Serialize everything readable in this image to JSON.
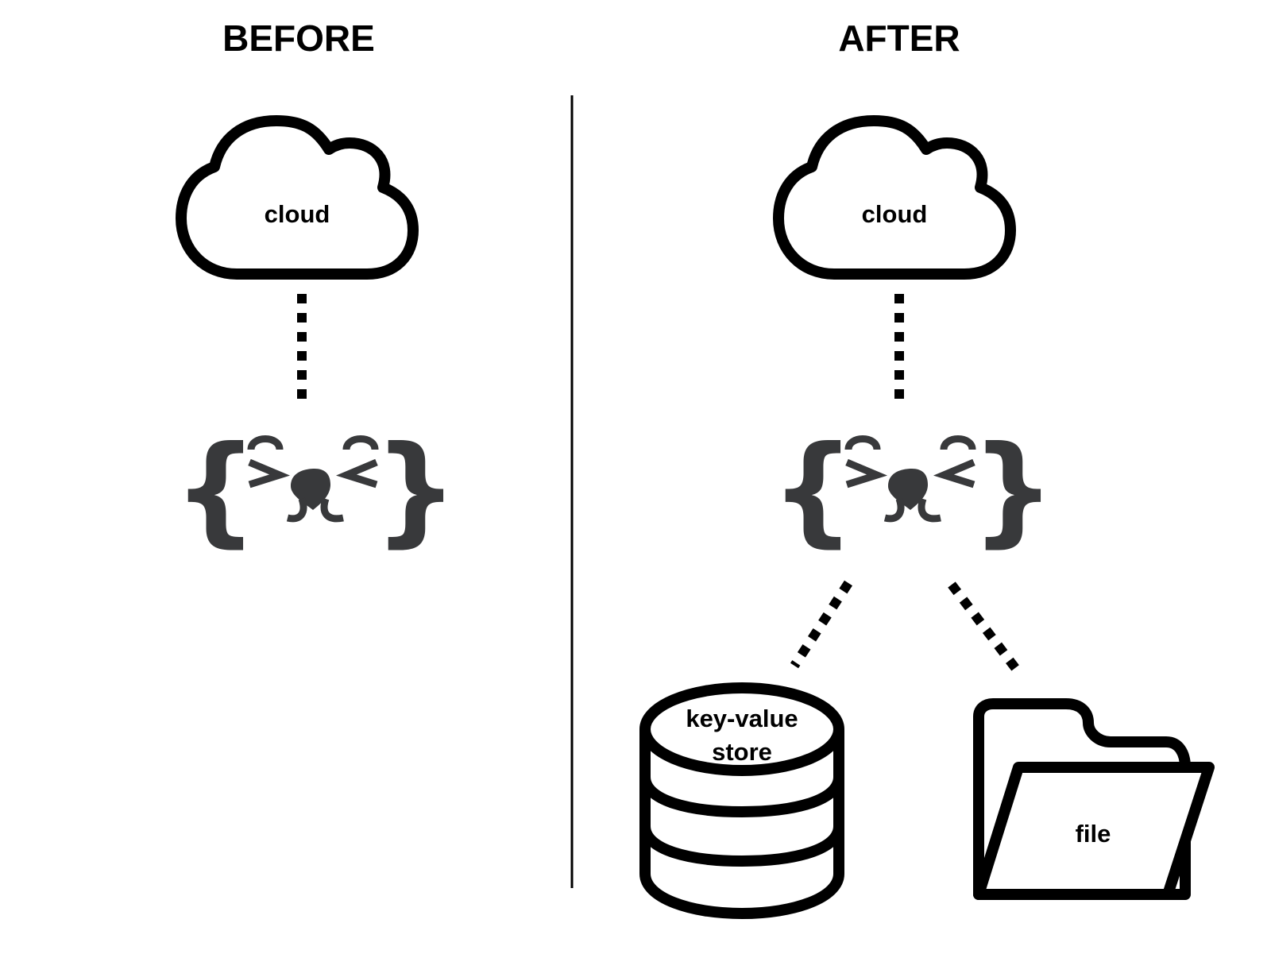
{
  "panels": {
    "before": {
      "heading": "BEFORE",
      "cloud_label": "cloud"
    },
    "after": {
      "heading": "AFTER",
      "cloud_label": "cloud",
      "store_label_line1": "key-value",
      "store_label_line2": "store",
      "file_label": "file"
    }
  },
  "icons": {
    "cloud": "cloud-icon",
    "mascot": "cat-face-braces-icon",
    "database": "database-cylinder-icon",
    "folder": "open-folder-icon"
  },
  "colors": {
    "stroke": "#000000",
    "mascot": "#38393b",
    "background": "#ffffff"
  }
}
